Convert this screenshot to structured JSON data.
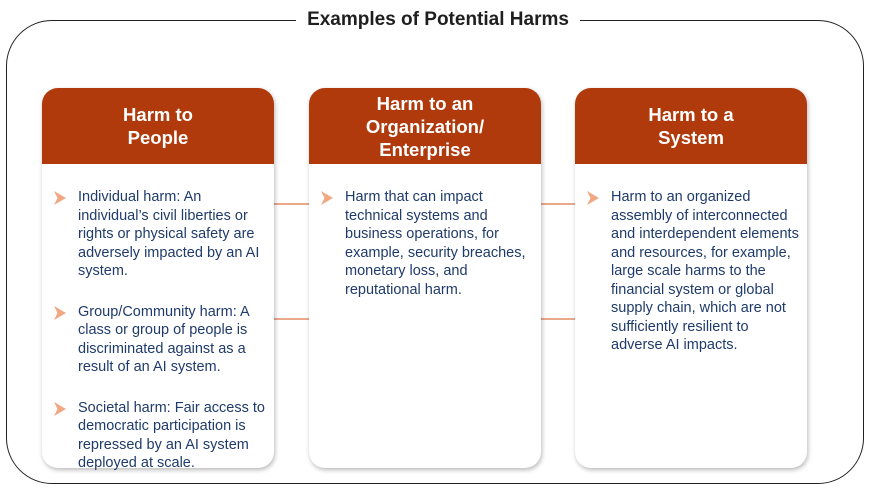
{
  "title": "Examples of Potential Harms",
  "columns": [
    {
      "heading": [
        "Harm to",
        "People"
      ],
      "items": [
        "Individual harm: An individual’s civil liberties or rights or physical safety are adversely impacted by an AI system.",
        "Group/Community harm: A class or group of people is discriminated against as a result of an AI system.",
        "Societal harm: Fair access to democratic participation is repressed by an AI system deployed at scale."
      ]
    },
    {
      "heading": [
        "Harm to an",
        "Organization/",
        "Enterprise"
      ],
      "items": [
        "Harm that can impact technical systems and business operations, for example, security breaches, monetary loss, and reputational harm."
      ]
    },
    {
      "heading": [
        "Harm to a",
        "System"
      ],
      "items": [
        "Harm to an organized assembly of interconnected and interdependent elements and resources, for example, large scale harms to the financial system or global supply chain, which are not sufficiently resilient to adverse AI impacts."
      ]
    }
  ],
  "colors": {
    "header_fill": "#b03a0c",
    "bullet_arrow": "#f0a782",
    "body_text": "#1f3b6b",
    "connector": "#e9a98a"
  },
  "icons": {
    "bullet": "chevron-right-icon"
  }
}
